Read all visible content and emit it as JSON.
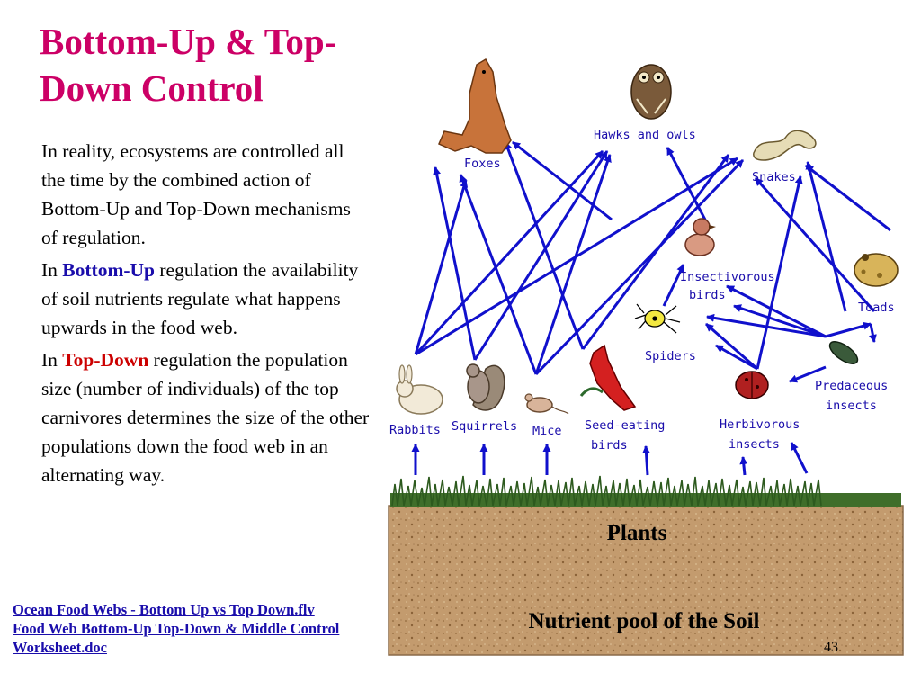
{
  "slide": {
    "title": "Bottom-Up & Top-Down Control",
    "paragraphs": {
      "p1": "In reality, ecosystems are controlled all the time by the combined action of Bottom-Up and Top-Down mechanisms of regulation.",
      "p2_prefix": "In ",
      "p2_keyword": "Bottom-Up",
      "p2_rest": " regulation the availability of soil nutrients regulate what happens upwards in the food web.",
      "p3_prefix": "In ",
      "p3_keyword": "Top-Down",
      "p3_rest": " regulation the population size (number of individuals) of the top carnivores determines the size of the other populations down the food web in an alternating way."
    },
    "links": [
      "Ocean Food Webs - Bottom Up vs Top Down.flv",
      "Food Web  Bottom-Up Top-Down & Middle Control Worksheet.doc"
    ],
    "page_number": "43"
  },
  "food_web": {
    "labels": {
      "foxes": "Foxes",
      "hawks_owls": "Hawks and owls",
      "snakes": "Snakes",
      "insectivorous_1": "Insectivorous",
      "insectivorous_2": "birds",
      "toads": "Toads",
      "spiders": "Spiders",
      "predaceous_1": "Predaceous",
      "predaceous_2": "insects",
      "rabbits": "Rabbits",
      "squirrels": "Squirrels",
      "mice": "Mice",
      "seed_eating_1": "Seed-eating",
      "seed_eating_2": "birds",
      "herbivorous_1": "Herbivorous",
      "herbivorous_2": "insects"
    },
    "soil": {
      "plants": "Plants",
      "nutrient_pool": "Nutrient pool of the Soil"
    },
    "colors": {
      "arrow": "#1010cc",
      "soil": "#c39b6e",
      "grass": "#2d5a1e"
    }
  }
}
